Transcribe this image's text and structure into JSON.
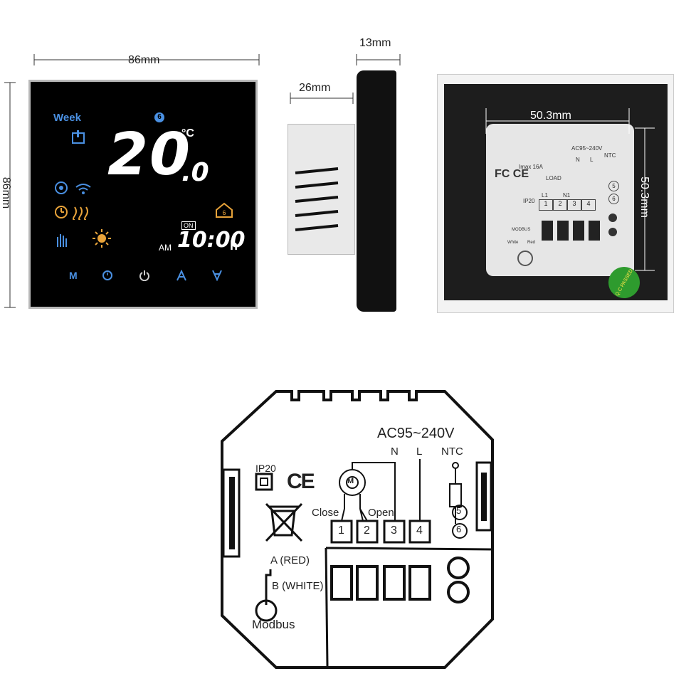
{
  "front": {
    "width_label": "86mm",
    "height_label": "86mm",
    "week_label": "Week",
    "day_badge": "6",
    "temperature_main": "20",
    "temperature_decimal": ".0",
    "temperature_unit": "°C",
    "on_label": "ON",
    "am_label": "AM",
    "clock": "10:00",
    "hour_unit": "h",
    "buttons": [
      "M",
      "clock-icon",
      "power-icon",
      "up-arrow-icon",
      "down-arrow-icon"
    ]
  },
  "side": {
    "depth_label": "26mm",
    "thickness_label": "13mm"
  },
  "back": {
    "span_label_h": "50.3mm",
    "span_label_v": "50.3mm",
    "voltage_small": "AC95~240V",
    "imax": "Imax 16A",
    "load": "LOAD",
    "n_small": "N",
    "l_small": "L",
    "ntc_small": "NTC",
    "l1": "L1",
    "n1": "N1",
    "ip20": "IP20",
    "modbus_small": "MODBUS",
    "white_small": "White",
    "red_small": "Red",
    "terminals_small": [
      "1",
      "2",
      "3",
      "4"
    ],
    "ntc_numbers_small": [
      "5",
      "6"
    ],
    "qc_badge": "Q.C PASSED"
  },
  "diagram": {
    "voltage": "AC95~240V",
    "n_label": "N",
    "l_label": "L",
    "ntc_label": "NTC",
    "ip20": "IP20",
    "ce_mark": "CE",
    "close_label": "Close",
    "open_label": "Open",
    "motor_label": "M",
    "terminals": [
      "1",
      "2",
      "3",
      "4"
    ],
    "ntc_terminals": [
      "5",
      "6"
    ],
    "a_label": "A (RED)",
    "b_label": "B (WHITE)",
    "modbus_label": "Modbus"
  },
  "colors": {
    "display_blue": "#4a90e2",
    "display_orange": "#e8a33a",
    "badge_green": "#2e9b2e"
  }
}
